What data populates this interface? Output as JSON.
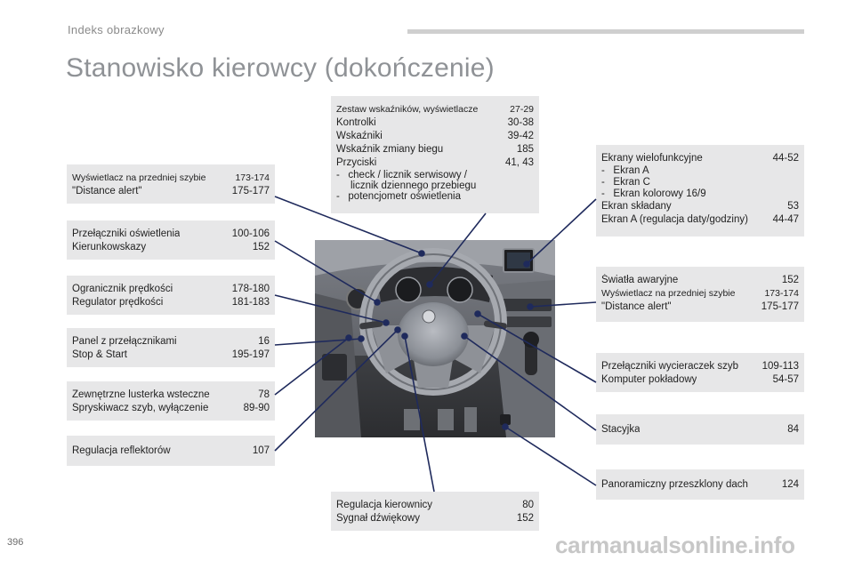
{
  "header": {
    "section_label": "Indeks obrazkowy"
  },
  "page_title": "Stanowisko kierowcy (dokończenie)",
  "page_number": "396",
  "watermark": "carmanualsonline.info",
  "left_boxes": [
    {
      "rows": [
        {
          "label": "Wyświetlacz na przedniej szybie",
          "page": "173-174",
          "small": true
        },
        {
          "label": "\"Distance alert\"",
          "page": "175-177"
        }
      ]
    },
    {
      "rows": [
        {
          "label": "Przełączniki oświetlenia",
          "page": "100-106"
        },
        {
          "label": "Kierunkowskazy",
          "page": "152"
        }
      ]
    },
    {
      "rows": [
        {
          "label": "Ogranicznik prędkości",
          "page": "178-180"
        },
        {
          "label": "Regulator prędkości",
          "page": "181-183"
        }
      ]
    },
    {
      "rows": [
        {
          "label": "Panel z przełącznikami",
          "page": "16"
        },
        {
          "label": "Stop & Start",
          "page": "195-197"
        }
      ]
    },
    {
      "rows": [
        {
          "label": "Zewnętrzne lusterka wsteczne",
          "page": "78"
        },
        {
          "label": "Spryskiwacz szyb, wyłączenie",
          "page": "89-90"
        }
      ]
    },
    {
      "rows": [
        {
          "label": "Regulacja reflektorów",
          "page": "107"
        }
      ]
    }
  ],
  "top_box": {
    "rows": [
      {
        "label": "Zestaw wskaźników, wyświetlacze",
        "page": "27-29",
        "small": true
      },
      {
        "label": "Kontrolki",
        "page": "30-38"
      },
      {
        "label": "Wskaźniki",
        "page": "39-42"
      },
      {
        "label": "Wskaźnik zmiany biegu",
        "page": "185"
      },
      {
        "label": "Przyciski",
        "page": "41, 43"
      },
      {
        "label": "-   check / licznik serwisowy /",
        "page": ""
      },
      {
        "label": "     licznik dziennego przebiegu",
        "page": ""
      },
      {
        "label": "-   potencjometr oświetlenia",
        "page": ""
      }
    ]
  },
  "bottom_box": {
    "rows": [
      {
        "label": "Regulacja kierownicy",
        "page": "80"
      },
      {
        "label": "Sygnał dźwiękowy",
        "page": "152"
      }
    ]
  },
  "right_boxes": [
    {
      "rows": [
        {
          "label": "Ekrany wielofunkcyjne",
          "page": "44-52"
        },
        {
          "label": "-   Ekran A",
          "page": ""
        },
        {
          "label": "-   Ekran C",
          "page": ""
        },
        {
          "label": "-   Ekran kolorowy 16/9",
          "page": ""
        },
        {
          "label": "Ekran składany",
          "page": "53"
        },
        {
          "label": "Ekran A (regulacja daty/godziny)",
          "page": "44-47"
        }
      ]
    },
    {
      "rows": [
        {
          "label": "Światła awaryjne",
          "page": "152"
        },
        {
          "label": "Wyświetlacz na przedniej szybie",
          "page": "173-174",
          "small": true
        },
        {
          "label": "\"Distance alert\"",
          "page": "175-177"
        }
      ]
    },
    {
      "rows": [
        {
          "label": "Przełączniki wycieraczek szyb",
          "page": "109-113"
        },
        {
          "label": "Komputer pokładowy",
          "page": "54-57"
        }
      ]
    },
    {
      "rows": [
        {
          "label": "Stacyjka",
          "page": "84"
        }
      ]
    },
    {
      "rows": [
        {
          "label": "Panoramiczny przeszklony dach",
          "page": "124"
        }
      ]
    }
  ]
}
